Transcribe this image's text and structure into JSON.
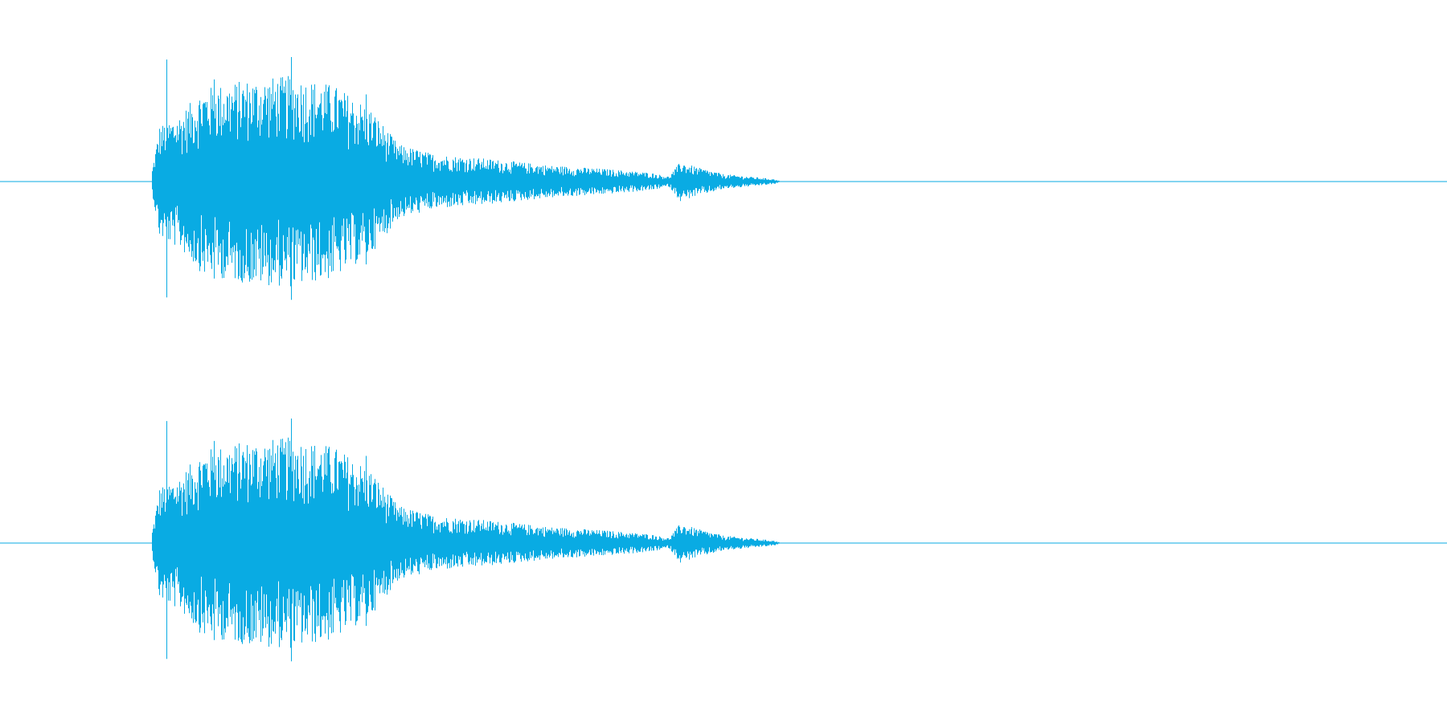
{
  "waveform": {
    "color": "#09abe3",
    "background": "#ffffff",
    "channels": [
      {
        "name": "left"
      },
      {
        "name": "right"
      }
    ],
    "envelope": {
      "onset": 0.105,
      "decay_points": [
        [
          0.105,
          0.1
        ],
        [
          0.11,
          0.45
        ],
        [
          0.125,
          0.55
        ],
        [
          0.14,
          0.75
        ],
        [
          0.17,
          0.82
        ],
        [
          0.2,
          0.85
        ],
        [
          0.23,
          0.78
        ],
        [
          0.255,
          0.6
        ],
        [
          0.275,
          0.3
        ],
        [
          0.3,
          0.22
        ],
        [
          0.34,
          0.18
        ],
        [
          0.38,
          0.13
        ],
        [
          0.42,
          0.1
        ],
        [
          0.45,
          0.07
        ],
        [
          0.462,
          0.04
        ],
        [
          0.47,
          0.16
        ],
        [
          0.48,
          0.12
        ],
        [
          0.5,
          0.06
        ],
        [
          0.535,
          0.02
        ],
        [
          0.54,
          0.0
        ]
      ],
      "spikes": [
        [
          0.115,
          0.98
        ],
        [
          0.201,
          1.0
        ],
        [
          0.253,
          0.7
        ],
        [
          0.165,
          0.8
        ],
        [
          0.148,
          0.82
        ]
      ]
    }
  }
}
